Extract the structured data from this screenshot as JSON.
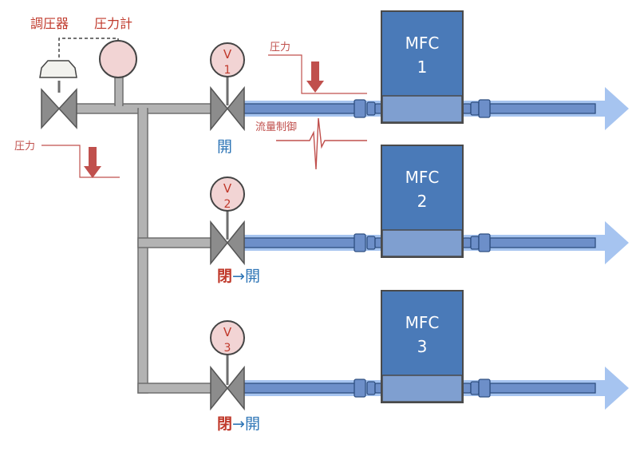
{
  "labels": {
    "regulator": "調圧器",
    "pressure_gauge": "圧力計",
    "pressure_left": "圧力",
    "pressure_right": "圧力",
    "flow_control": "流量制御"
  },
  "valves": [
    {
      "letter": "V",
      "number": "1",
      "state_open": "開",
      "state_closed": "",
      "arrow": ""
    },
    {
      "letter": "V",
      "number": "2",
      "state_open": "開",
      "state_closed": "閉",
      "arrow": "→"
    },
    {
      "letter": "V",
      "number": "3",
      "state_open": "開",
      "state_closed": "閉",
      "arrow": "→"
    }
  ],
  "mfcs": [
    {
      "name": "MFC",
      "number": "1"
    },
    {
      "name": "MFC",
      "number": "2"
    },
    {
      "name": "MFC",
      "number": "3"
    }
  ],
  "colors": {
    "pipe_gray": "#b3b3b3",
    "valve_gray": "#8c8c8c",
    "gauge_pink": "#f2d4d4",
    "mfc_blue": "#4a7ab8",
    "mfc_band": "#7f9fd0",
    "flow_arrow": "#a6c4f0",
    "tube_blue": "#6d8fc9",
    "label_red": "#c0392b",
    "label_blue": "#2e75b6",
    "annotation_red": "#c0504d"
  }
}
